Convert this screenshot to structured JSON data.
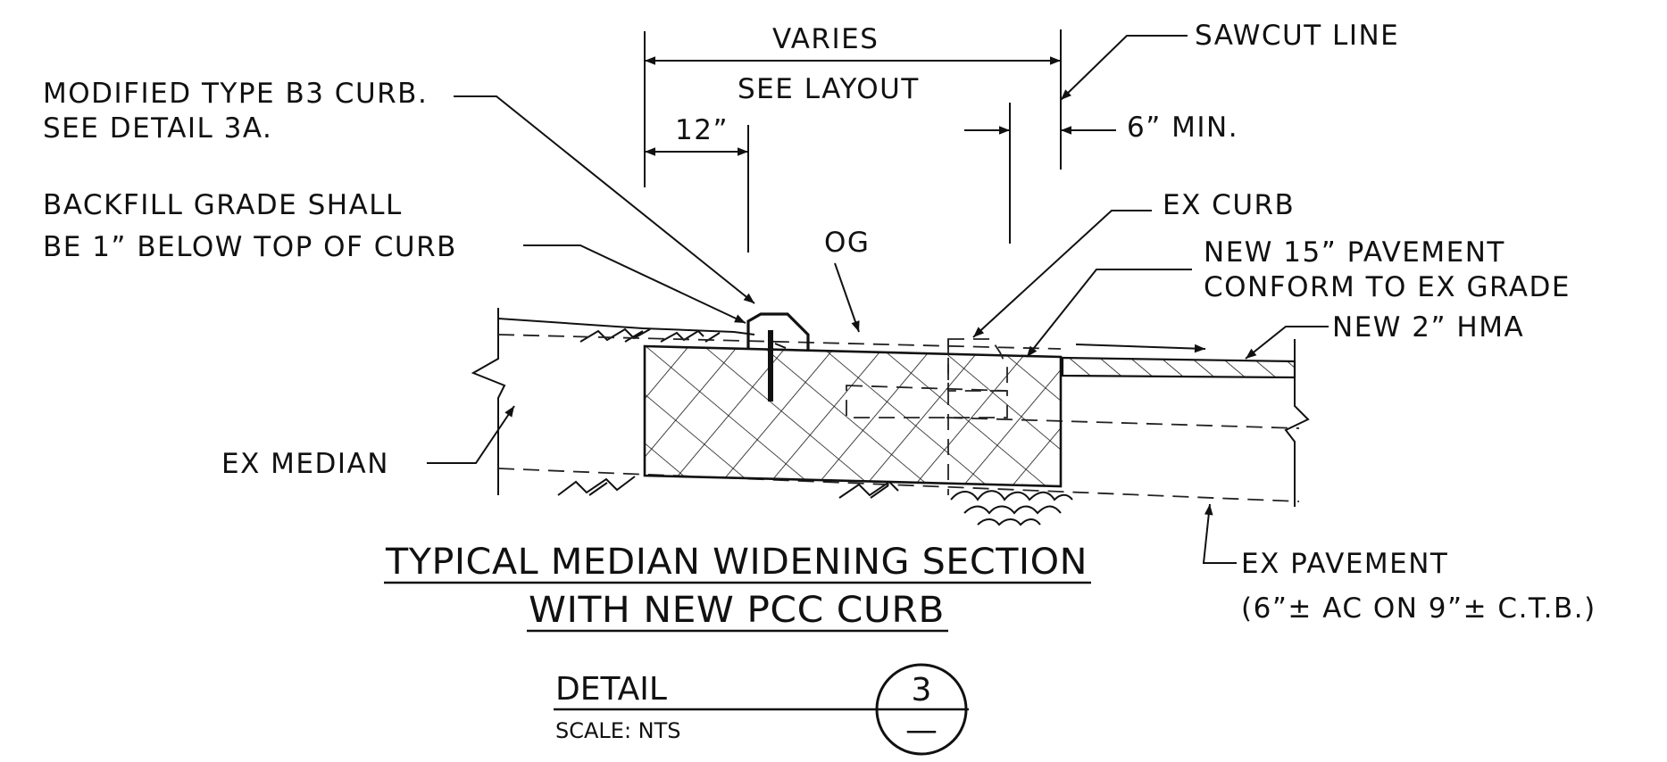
{
  "labels": {
    "varies": "VARIES",
    "see_layout": "SEE LAYOUT",
    "sawcut_line": "SAWCUT LINE",
    "modified_curb_line1": "MODIFIED TYPE B3 CURB.",
    "modified_curb_line2": "SEE DETAIL 3A.",
    "twelve_inch": "12”",
    "six_min": "6” MIN.",
    "backfill_line1": "BACKFILL GRADE SHALL",
    "backfill_line2": "BE 1” BELOW TOP OF CURB",
    "ex_curb": "EX CURB",
    "og": "OG",
    "new_pavement_line1": "NEW 15” PAVEMENT",
    "new_pavement_line2": "CONFORM TO EX GRADE",
    "new_hma": "NEW 2” HMA",
    "ex_median": "EX MEDIAN",
    "ex_pavement_line1": "EX PAVEMENT",
    "ex_pavement_line2": "(6”± AC ON 9”± C.T.B.)"
  },
  "title": {
    "line1": "TYPICAL MEDIAN WIDENING SECTION",
    "line2": "WITH NEW PCC CURB"
  },
  "detail": {
    "label": "DETAIL",
    "number": "3",
    "sheet": "—",
    "scale": "SCALE: NTS"
  }
}
